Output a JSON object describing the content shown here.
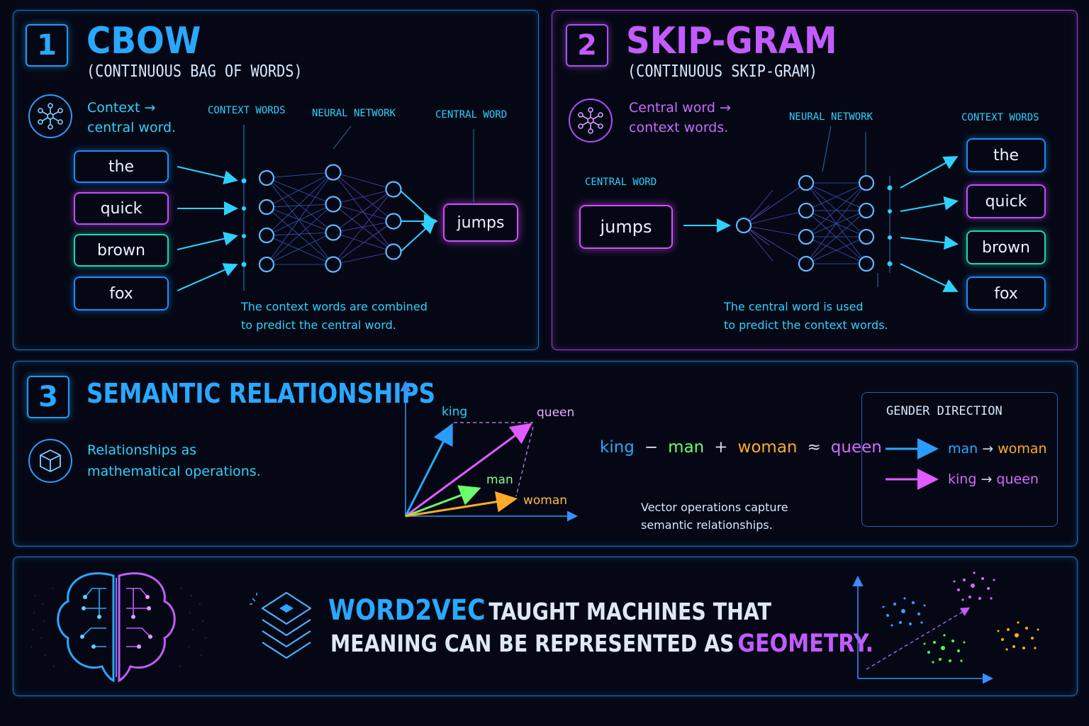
{
  "colors": {
    "blue": "#2aa8ff",
    "purple": "#c35bff",
    "cyan": "#2fd0ff",
    "green": "#6bff6b",
    "orange": "#ffaa2a",
    "magenta": "#e25bff"
  },
  "cbow": {
    "number": "1",
    "title": "CBOW",
    "subtitle": "(CONTINUOUS BAG OF WORDS)",
    "desc_line1": "Context →",
    "desc_line2": "central word.",
    "label_context": "CONTEXT WORDS",
    "label_network": "NEURAL NETWORK",
    "label_central": "CENTRAL WORD",
    "words": [
      "the",
      "quick",
      "brown",
      "fox"
    ],
    "output": "jumps",
    "caption_line1": "The context words are combined",
    "caption_line2": "to predict the central word."
  },
  "skipgram": {
    "number": "2",
    "title": "SKIP-GRAM",
    "subtitle": "(CONTINUOUS SKIP-GRAM)",
    "desc_line1": "Central word →",
    "desc_line2": "context words.",
    "label_central": "CENTRAL WORD",
    "label_network": "NEURAL NETWORK",
    "label_context": "CONTEXT WORDS",
    "input": "jumps",
    "words": [
      "the",
      "quick",
      "brown",
      "fox"
    ],
    "caption_line1": "The central word is used",
    "caption_line2": "to predict the context words."
  },
  "semantic": {
    "number": "3",
    "title": "SEMANTIC RELATIONSHIPS",
    "desc_line1": "Relationships as",
    "desc_line2": "mathematical operations.",
    "vectors": {
      "king": "king",
      "queen": "queen",
      "man": "man",
      "woman": "woman"
    },
    "equation": {
      "t1": "king",
      "op1": "−",
      "t2": "man",
      "op2": "+",
      "t3": "woman",
      "op3": "≈",
      "t4": "queen"
    },
    "caption_line1": "Vector operations capture",
    "caption_line2": "semantic relationships.",
    "gender": {
      "title": "GENDER DIRECTION",
      "row1_a": "man",
      "row1_arrow": "→",
      "row1_b": "woman",
      "row2_a": "king",
      "row2_arrow": "→",
      "row2_b": "queen"
    }
  },
  "footer": {
    "brand": "WORD2VEC",
    "line1_rest": "TAUGHT MACHINES THAT",
    "line2_start": "MEANING CAN BE REPRESENTED AS",
    "line2_accent": "GEOMETRY."
  }
}
